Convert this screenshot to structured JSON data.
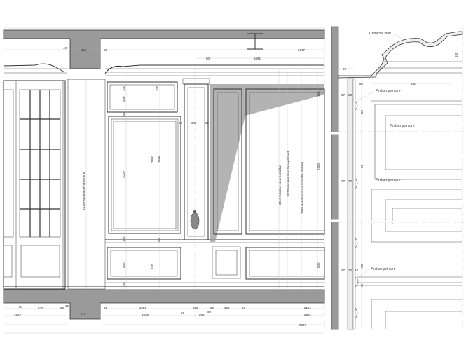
{
  "drawing": {
    "top_dims": {
      "beam_offset_left": "40",
      "beam_width": "615",
      "beam_offset_right": "80",
      "total_right": "6647",
      "spacing_a": "60",
      "spacing_b": "1661"
    },
    "elevation_labels": {
      "door_height": "3476 Hauteur dévoisement",
      "under_cornice": "3848 Hauteur sous corniche",
      "under_ceiling": "3830 Hauteur sous faux-plafond",
      "under_staff_cornice": "3938 (Hauteur sous corniche staffée)",
      "panel_height": "2350"
    },
    "panel_dims": {
      "top_a": "100",
      "top_b": "100",
      "upper_panel": "500",
      "gap": "50",
      "main_panel": "2026",
      "main_total_a": "2890",
      "main_total_b": "2506",
      "chair_a": "100",
      "chair_b": "50",
      "lower_panel": "500",
      "lower_total": "840",
      "base": "160",
      "pilaster_side_l": "60",
      "pilaster_width": "340",
      "pilaster_side_r": "60",
      "right_top": "160",
      "right_lower": "500"
    },
    "bottom_dims": {
      "row1": [
        "80",
        "647",
        "80",
        "15",
        "80",
        "1259",
        "500",
        "80",
        "150",
        "60",
        "2101"
      ],
      "row2": [
        "1657",
        "615",
        "1589",
        "50",
        "250",
        "50",
        "3321"
      ],
      "row3": [
        "6807"
      ]
    },
    "section": {
      "cornice_label": "Corniche staff",
      "finish_label": "Finition peinture",
      "dims": [
        "60",
        "80",
        "350",
        "185",
        "37",
        "23",
        "24",
        "20",
        "50",
        "100"
      ]
    }
  }
}
